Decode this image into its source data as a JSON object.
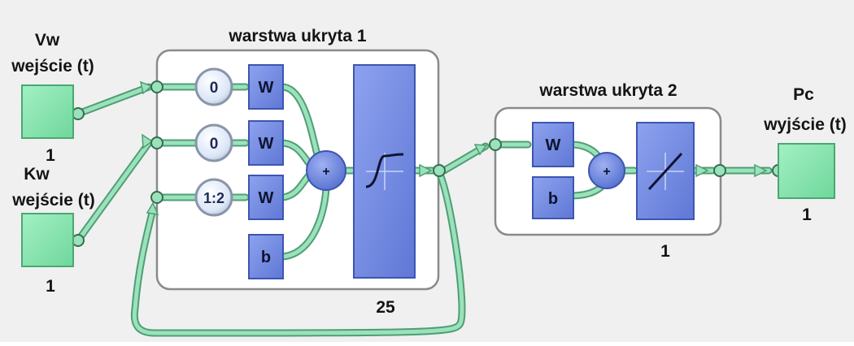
{
  "colors": {
    "background": "#f0f0f0",
    "panel_fill": "#ffffff",
    "panel_border": "#8a8a8a",
    "block_fill": "#6f86e0",
    "block_border": "#3d55b0",
    "io_fill": "#7fe2a8",
    "io_border": "#4aa872",
    "wire": "#8fdcb4",
    "wire_outline": "#4f9e74",
    "delay_face": "#e8f0fb",
    "delay_ring": "#8a95a8"
  },
  "inputs": [
    {
      "name": "Vw",
      "label": "wejście (t)",
      "size": "1",
      "icon": "input-square"
    },
    {
      "name": "Kw",
      "label": "wejście (t)",
      "size": "1",
      "icon": "input-square"
    }
  ],
  "hidden_layer_1": {
    "title": "warstwa ukryta 1",
    "delays": [
      "0",
      "0",
      "1:2"
    ],
    "weight_label": "W",
    "bias_label": "b",
    "sum_label": "+",
    "transfer_icon": "tansig-curve-icon",
    "size": "25"
  },
  "hidden_layer_2": {
    "title": "warstwa ukryta 2",
    "weight_label": "W",
    "bias_label": "b",
    "sum_label": "+",
    "transfer_icon": "purelin-line-icon",
    "size": "1"
  },
  "output": {
    "name": "Pc",
    "label": "wyjście (t)",
    "size": "1",
    "icon": "output-square"
  }
}
